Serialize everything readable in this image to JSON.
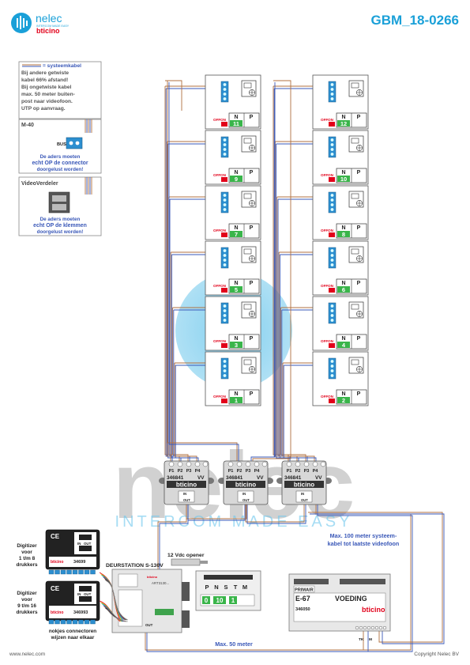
{
  "header": {
    "brand": "nelec",
    "brand_tagline": "INTERCOM MADE EASY",
    "sub_brand": "bticino",
    "document_number": "GBM_18-0266"
  },
  "colors": {
    "accent": "#1aa0d8",
    "wire_brown": "#b07040",
    "wire_blue": "#3a58b8",
    "panel": "#e8e8e8",
    "green_button": "#39b54a",
    "terminal_blue": "#2c8fd0",
    "bticino_red": "#e2001a"
  },
  "legend": {
    "title": "= systeemkabel",
    "lines": [
      "Bij andere getwiste",
      "kabel 66% afstand!",
      "Bij ongetwiste kabel",
      "max. 50 meter buiten-",
      "post naar videofoon.",
      "UTP op aanvraag."
    ]
  },
  "m40": {
    "title": "M-40",
    "bus_label": "BUS",
    "note_lines": [
      "De aders moeten",
      "echt OP de connector",
      "doorgelust worden!"
    ]
  },
  "videoverdeler": {
    "title": "VideoVerdeler",
    "note_lines": [
      "De aders moeten",
      "echt OP de klemmen",
      "doorgelust worden!"
    ]
  },
  "handsets": {
    "switch_label_off": "OFF",
    "switch_label_on": "ON",
    "n_label": "N",
    "p_label": "P",
    "left_column": [
      "11",
      "9",
      "7",
      "5",
      "3",
      "1"
    ],
    "right_column": [
      "12",
      "10",
      "8",
      "6",
      "4",
      "2"
    ]
  },
  "distributors": {
    "ports": [
      "P1",
      "P2",
      "P3",
      "P4"
    ],
    "code": "346841",
    "vv_label": "VV",
    "in_label": "IN",
    "out_label": "OUT",
    "brand": "bticino"
  },
  "digitizers": [
    {
      "label_lines": [
        "Digitizer",
        "voor",
        "1 t/m 8",
        "drukkers"
      ],
      "code": "34699"
    },
    {
      "label_lines": [
        "Digitizer",
        "voor",
        "9 t/m 16",
        "drukkers"
      ],
      "code": "346993"
    }
  ],
  "digitizer_in": "IN",
  "digitizer_out": "OUT",
  "nokjes_lines": [
    "nokjes connectoren",
    "wijzen naar elkaar"
  ],
  "deurstation": {
    "title": "DEURSTATION S-130V",
    "art_label": "ART3130...",
    "out_label": "OUT"
  },
  "opener": {
    "label": "12 Vdc opener"
  },
  "config_panel": {
    "headers": [
      "P",
      "N",
      "S",
      "T",
      "M"
    ],
    "values": [
      "0",
      "10",
      "1"
    ]
  },
  "voeding": {
    "primair": "PRIMAIR",
    "model": "E-67",
    "title": "VOEDING",
    "code": "346050",
    "brand": "bticino",
    "tk_label": "TK",
    "m_label": "M"
  },
  "notes": {
    "max100_lines": [
      "Max. 100 meter systeem-",
      "kabel tot laatste videofoon"
    ],
    "max50": "Max. 50 meter"
  },
  "footer": {
    "url": "www.nelec.com",
    "copyright": "Copyright Nelec BV"
  }
}
